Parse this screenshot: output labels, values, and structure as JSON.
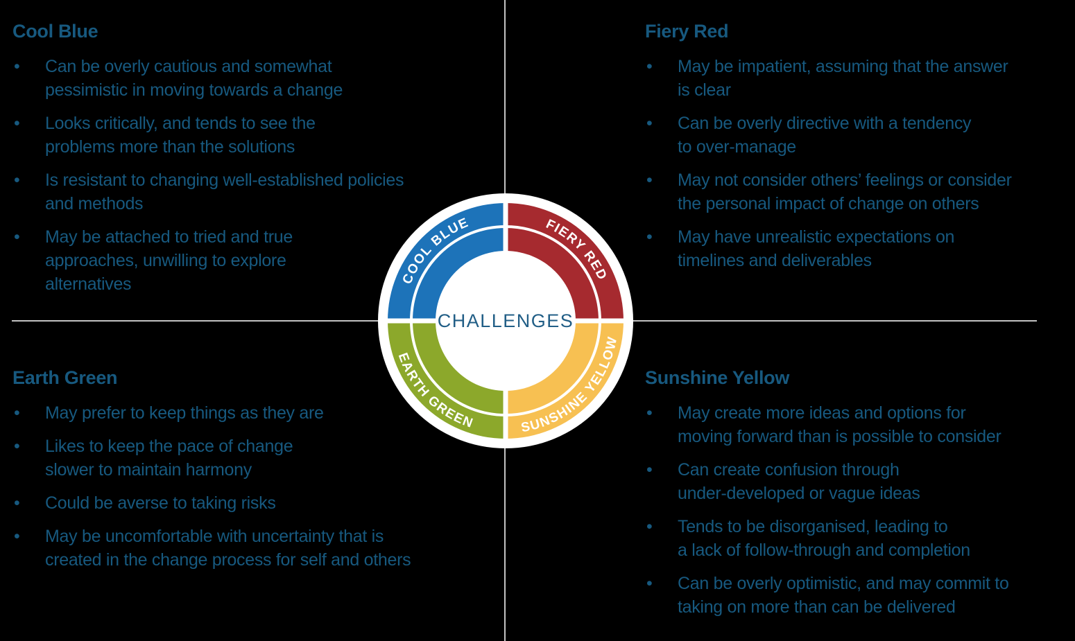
{
  "page": {
    "background_color": "#000000",
    "divider_color": "#C4C4C4",
    "text_color": "#17597F"
  },
  "ui": {
    "bullet_glyph": "•"
  },
  "quadrants": [
    {
      "id": "cool-blue",
      "title": "Cool Blue",
      "bullets": [
        "Can be overly cautious and somewhat\npessimistic in moving towards a change",
        "Looks critically, and tends to see the\nproblems more than the solutions",
        "Is resistant to changing well-established policies\nand methods",
        "May be attached to tried and true\napproaches, unwilling to explore\nalternatives"
      ]
    },
    {
      "id": "fiery-red",
      "title": "Fiery Red",
      "bullets": [
        "May be impatient, assuming that the answer\nis clear",
        "Can be overly directive with a tendency\nto over-manage",
        "May not consider others’ feelings or consider\nthe personal impact of change on others",
        "May have unrealistic expectations on\ntimelines and deliverables"
      ]
    },
    {
      "id": "earth-green",
      "title": "Earth Green",
      "bullets": [
        "May prefer to keep things as they are",
        "Likes to keep the pace of change\nslower to maintain harmony",
        "Could be averse to taking risks",
        "May be uncomfortable with uncertainty that is\ncreated in the change process for self and others"
      ]
    },
    {
      "id": "sunshine-yellow",
      "title": "Sunshine Yellow",
      "bullets": [
        "May create more ideas and options for\nmoving forward than is possible to consider",
        "Can create confusion through\nunder-developed or vague ideas",
        "Tends to be disorganised, leading to\na lack of follow-through and completion",
        "Can be overly optimistic, and may commit to\ntaking on more than can be delivered"
      ]
    }
  ],
  "wheel": {
    "center_label": "CHALLENGES",
    "center_label_color": "#215E86",
    "segments": [
      {
        "label": "COOL BLUE",
        "color": "#1D73B9"
      },
      {
        "label": "FIERY RED",
        "color": "#A62A2F"
      },
      {
        "label": "EARTH GREEN",
        "color": "#8CA82B"
      },
      {
        "label": "SUNSHINE YELLOW",
        "color": "#F7C052"
      }
    ]
  }
}
